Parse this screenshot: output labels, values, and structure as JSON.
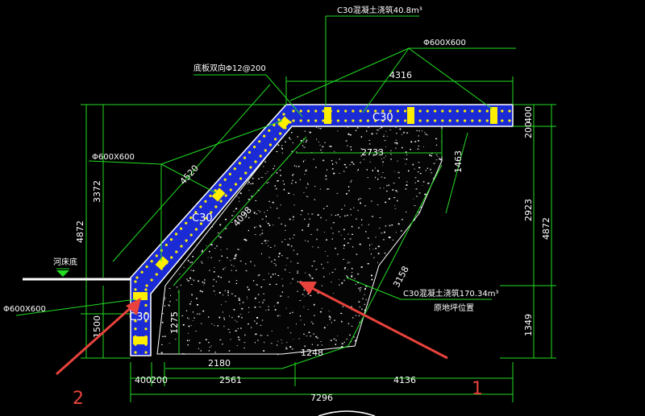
{
  "labels": {
    "callout_top": "C30混凝土浇筑40.8m³",
    "callout_rebar": "底板双向Φ12@200",
    "pile_top": "Φ600X600",
    "pile_left": "Φ600X600",
    "pile_bottom_left": "Φ600X600",
    "riverbed": "河床底",
    "c30_top": "C30",
    "c30_mid": "C30",
    "c30_left": "C30",
    "callout_fill": "C30混凝土浇筑170.34m³",
    "original_river": "原地坪位置"
  },
  "dimensions": {
    "top_width": "4316",
    "top_inner": "2733",
    "right_diag": "1463",
    "right_200": "200",
    "right_400": "400",
    "right_2923": "2923",
    "right_1349": "1349",
    "right_total": "4872",
    "left_3372": "3372",
    "left_4872": "4872",
    "left_1500": "1500",
    "inner_1275": "1275",
    "diag_4520": "4520",
    "diag_4098": "4098",
    "diag_3158": "3158",
    "bottom_2180": "2180",
    "bottom_1248": "1248",
    "bot_400": "400",
    "bot_200": "200",
    "bot_2561": "2561",
    "bot_4136": "4136",
    "bot_total": "7296"
  },
  "annotations": {
    "arrow1_label": "1",
    "arrow2_label": "2"
  },
  "colors": {
    "background": "#000000",
    "dim_lines": "#22dd22",
    "wall_fill": "#1a2bd6",
    "wall_outline": "#ffffff",
    "rebar_dots": "#ffee00",
    "arrow": "#e8423c"
  }
}
